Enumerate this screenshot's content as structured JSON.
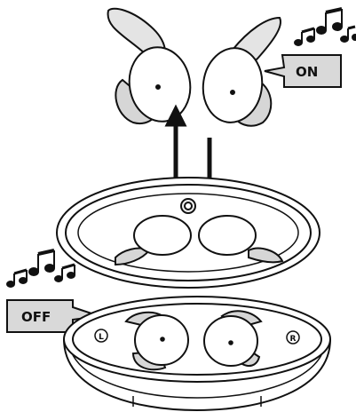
{
  "callouts": {
    "on_label": "ON",
    "off_label": "OFF"
  },
  "ear_markers": {
    "left": "L",
    "right": "R"
  },
  "icons": {
    "music_top": "music-notes-icon",
    "music_left": "music-notes-icon",
    "arrow_up": "arrow-up-icon",
    "arrow_down": "arrow-down-icon"
  },
  "colors": {
    "line": "#111111",
    "shade": "#d6d6d6",
    "callout_fill": "#d9d9d9"
  }
}
